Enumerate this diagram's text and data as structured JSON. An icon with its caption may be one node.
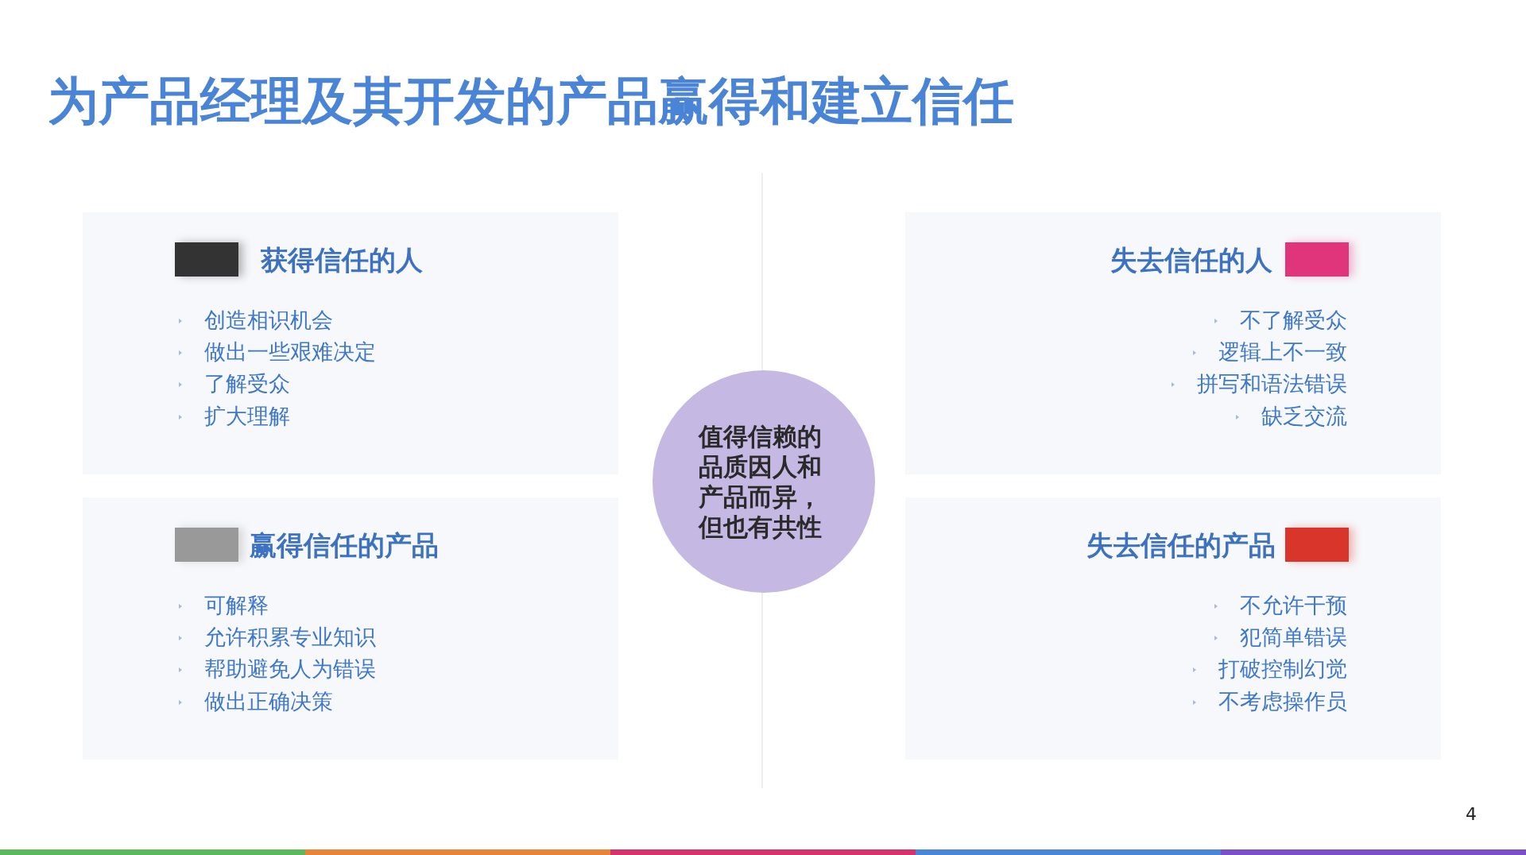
{
  "diagram": {
    "title": "为产品经理及其开发的产品赢得和建立信任",
    "nodes": [
      {
        "text": [
          "获得信任的人",
          "创造相识机会",
          "做出一些艰难决定",
          "了解受众",
          "扩大理解"
        ]
      },
      {
        "text": [
          "失去信任的人",
          "不了解受众",
          "逻辑上不一致",
          "拼写和语法错误",
          "缺乏交流"
        ]
      },
      {
        "text": [
          "值得信赖的品质因人和产品而异，但也有共性"
        ]
      },
      {
        "text": [
          "赢得信任的产品",
          "可解释",
          "允许积累专业知识",
          "帮助避免人为错误",
          "做出正确决策"
        ]
      },
      {
        "text": [
          "失去信任的产品",
          "不允许干预",
          "犯简单错误",
          "打破控制幻觉",
          "不考虑操作员"
        ]
      }
    ],
    "labels": [
      "4"
    ]
  }
}
